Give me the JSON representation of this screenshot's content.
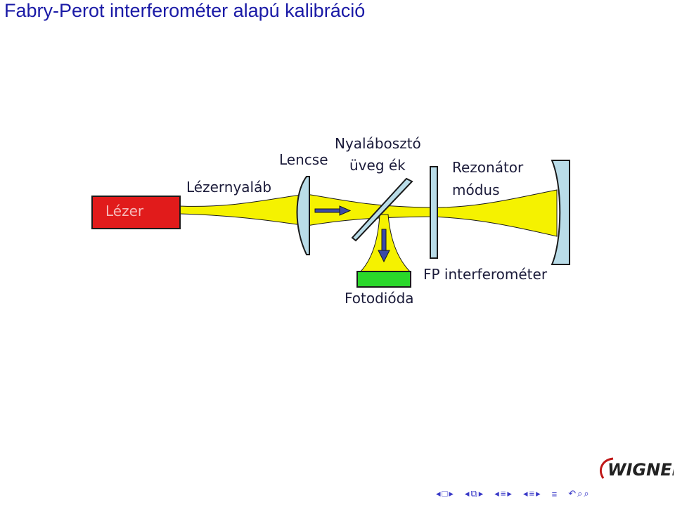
{
  "slide": {
    "title": "Fabry-Perot interferométer alapú kalibráció"
  },
  "diagram": {
    "labels": {
      "laser": "Lézer",
      "laser_beam": "Lézernyaláb",
      "lens": "Lencse",
      "beamsplitter_line1": "Nyalábosztó",
      "beamsplitter_line2": "üveg ék",
      "resonator_line1": "Rezonátor",
      "resonator_line2": "módus",
      "fp_interferometer": "FP interferométer",
      "photodiode": "Fotodióda"
    },
    "colors": {
      "laser_box": "#e11b1b",
      "beam": "#f5f200",
      "glass": "#b9dce8",
      "photodiode": "#2ad82a",
      "arrow": "#3b4aa8"
    }
  },
  "logo": {
    "text": "WIGNER"
  },
  "nav": {
    "icons": [
      "nav-left-icon",
      "nav-frame-icon",
      "nav-right-icon",
      "nav-left-icon",
      "nav-subsection-icon",
      "nav-right-icon",
      "nav-left-icon",
      "nav-section-icon",
      "nav-right-icon",
      "nav-left-icon",
      "nav-section-icon",
      "nav-right-icon",
      "nav-align-icon",
      "nav-undo-icon",
      "nav-search-icon"
    ]
  }
}
